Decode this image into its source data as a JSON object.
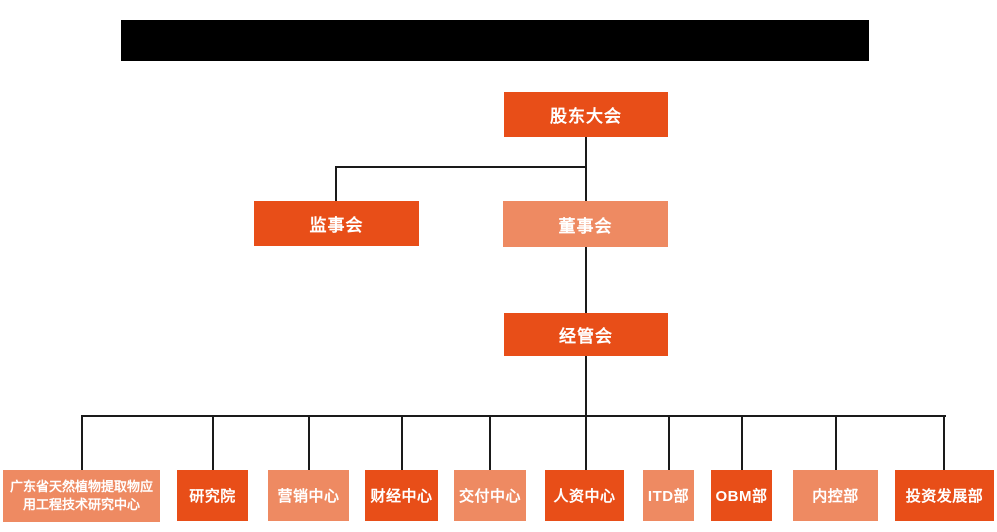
{
  "title_bar": {
    "text": "",
    "note": "solid black redacted title strip",
    "color": "#000000"
  },
  "colors": {
    "primary_box": "#E84E18",
    "secondary_box": "#EE8A62",
    "connector_line": "#1A1A1A",
    "box_text": "#FFFFFF",
    "background": "#FFFFFF"
  },
  "org_chart": {
    "type": "org-tree",
    "root": {
      "label": "股东大会",
      "variant": "primary"
    },
    "level2": [
      {
        "label": "监事会",
        "variant": "primary"
      },
      {
        "label": "董事会",
        "variant": "secondary"
      }
    ],
    "level3": {
      "label": "经管会",
      "variant": "primary"
    },
    "departments": [
      {
        "label": "广东省天然植物提取物应用工程技术研究中心",
        "variant": "secondary"
      },
      {
        "label": "研究院",
        "variant": "primary"
      },
      {
        "label": "营销中心",
        "variant": "secondary"
      },
      {
        "label": "财经中心",
        "variant": "primary"
      },
      {
        "label": "交付中心",
        "variant": "secondary"
      },
      {
        "label": "人资中心",
        "variant": "primary"
      },
      {
        "label": "ITD部",
        "variant": "secondary"
      },
      {
        "label": "OBM部",
        "variant": "primary"
      },
      {
        "label": "内控部",
        "variant": "secondary"
      },
      {
        "label": "投资发展部",
        "variant": "primary"
      }
    ],
    "hierarchy": [
      "股东大会 -> 监事会",
      "股东大会 -> 董事会",
      "董事会 -> 经管会",
      "经管会 -> 广东省天然植物提取物应用工程技术研究中心",
      "经管会 -> 研究院",
      "经管会 -> 营销中心",
      "经管会 -> 财经中心",
      "经管会 -> 交付中心",
      "经管会 -> 人资中心",
      "经管会 -> ITD部",
      "经管会 -> OBM部",
      "经管会 -> 内控部",
      "经管会 -> 投资发展部"
    ]
  }
}
